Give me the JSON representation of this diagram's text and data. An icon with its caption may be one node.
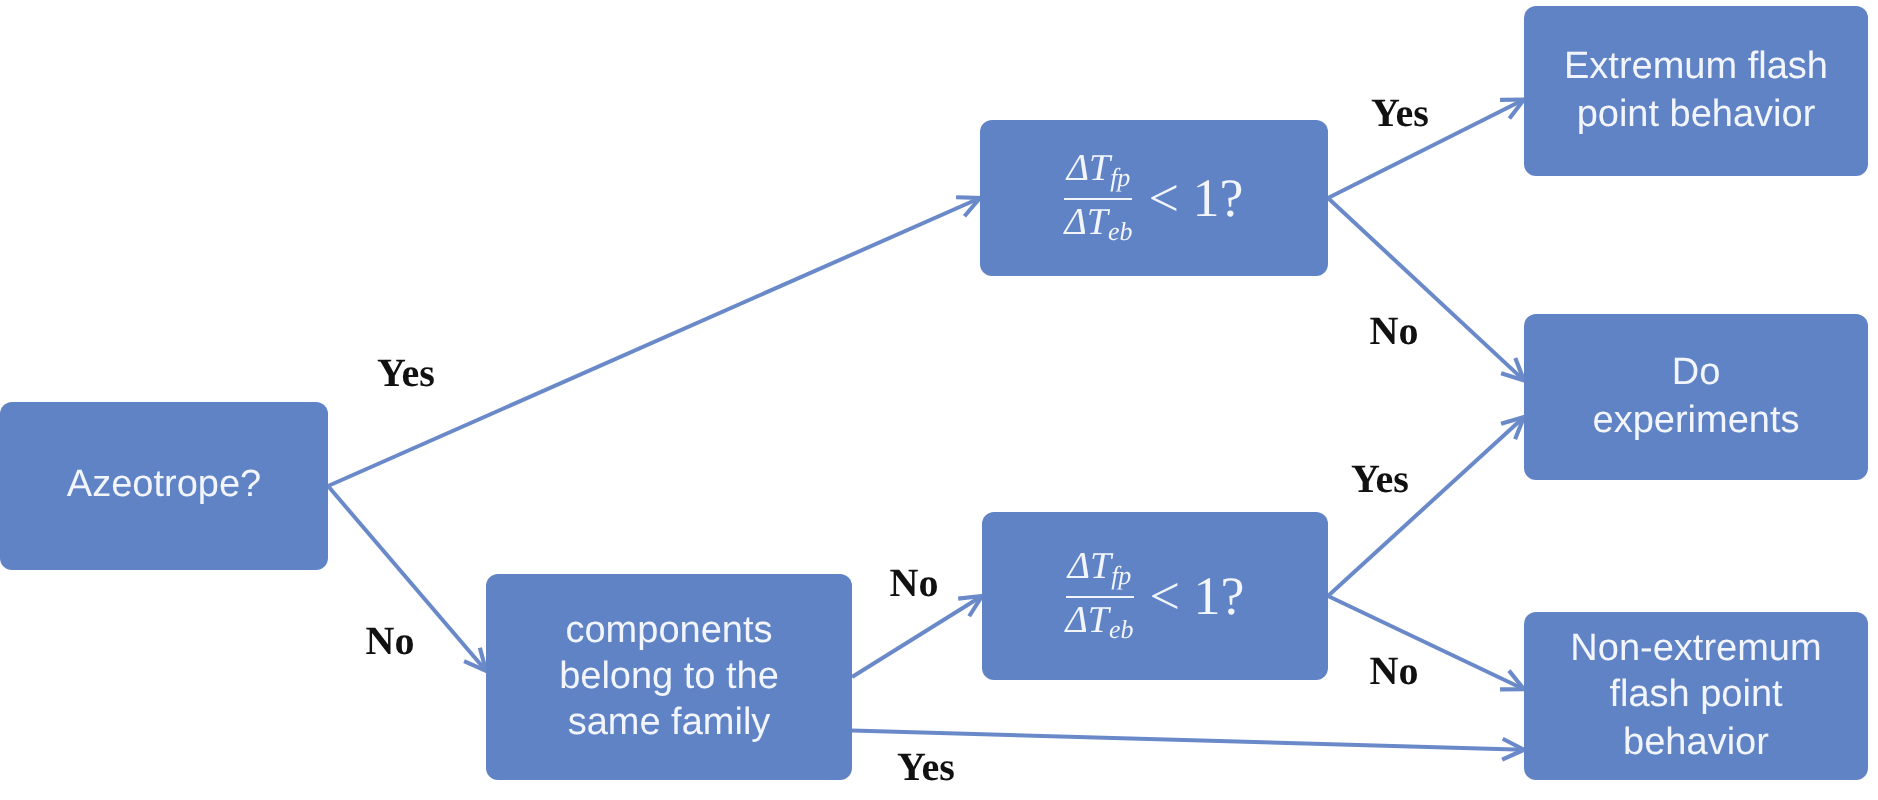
{
  "diagram": {
    "nodes": [
      {
        "text": [
          "Azeotrope?"
        ]
      },
      {
        "text": [
          "ΔT$_{fp}$",
          "ΔT$_{eb}$",
          "< 1?"
        ]
      },
      {
        "text": [
          "components belong to the same family"
        ]
      },
      {
        "text": [
          "ΔT$_{fp}$",
          "ΔT$_{eb}$",
          "< 1?"
        ]
      },
      {
        "text": [
          "Extremum flash point behavior"
        ]
      },
      {
        "text": [
          "Do experiments"
        ]
      },
      {
        "text": [
          "Non-extremum flash point behavior"
        ]
      }
    ],
    "edges": [
      {
        "from": 0,
        "to": 1,
        "arrow": "to",
        "label": "Yes"
      },
      {
        "from": 0,
        "to": 2,
        "arrow": "to",
        "label": "No"
      },
      {
        "from": 1,
        "to": 4,
        "arrow": "to",
        "label": "Yes"
      },
      {
        "from": 1,
        "to": 5,
        "arrow": "to",
        "label": "No"
      },
      {
        "from": 2,
        "to": 3,
        "arrow": "to",
        "label": "No"
      },
      {
        "from": 3,
        "to": 5,
        "arrow": "to",
        "label": "Yes"
      },
      {
        "from": 3,
        "to": 6,
        "arrow": "to",
        "label": "No"
      },
      {
        "from": 2,
        "to": 6,
        "arrow": "to",
        "label": "Yes"
      }
    ]
  }
}
